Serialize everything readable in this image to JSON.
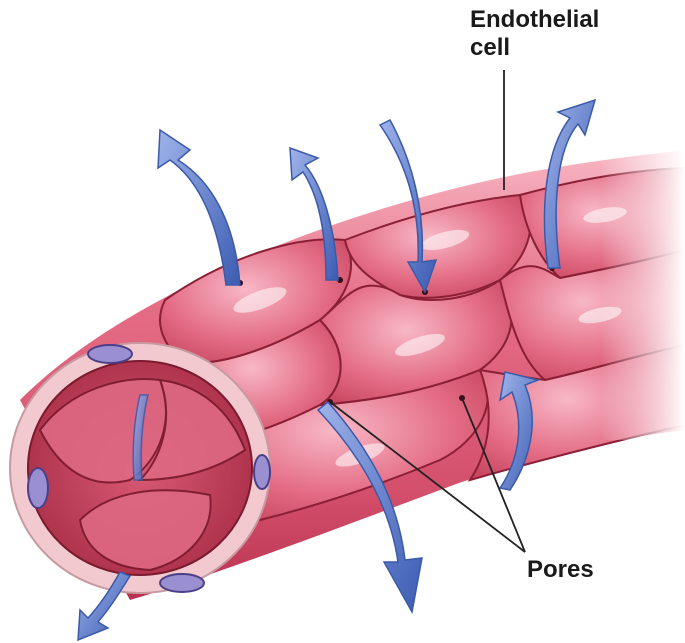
{
  "labels": {
    "endothelial_line1": "Endothelial",
    "endothelial_line2": "cell",
    "pores": "Pores"
  },
  "colors": {
    "vessel_base": "#e0607a",
    "vessel_light": "#f5a9b8",
    "vessel_dark": "#b8334f",
    "cell_border": "#8a1f35",
    "lumen": "#c9485f",
    "nucleus": "#9a8fd0",
    "arrow": "#4f6fc2",
    "arrow_light": "#aabbe8",
    "leader_line": "#222222"
  },
  "icons": {
    "arrow": "curved-flow-arrow",
    "vessel": "blood-capillary"
  }
}
